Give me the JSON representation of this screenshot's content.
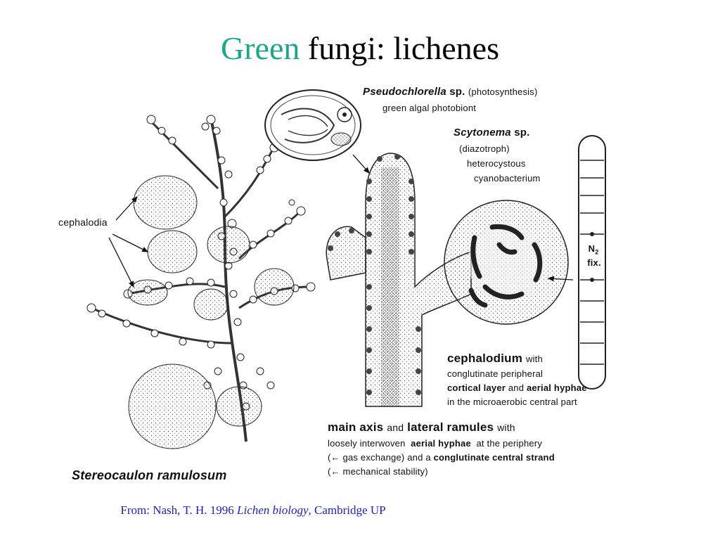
{
  "slide": {
    "title_accent": "Green",
    "title_rest": "fungi: lichenes",
    "accent_color": "#1aa789",
    "caption_color": "#2121b8"
  },
  "figure": {
    "label_cephalodia": "cephalodia",
    "species_name": "Stereocaulon ramulosum",
    "pseudo_name": "Pseudochlorella",
    "pseudo_sp": "sp.",
    "pseudo_role": "(photosynthesis)",
    "pseudo_desc": "green algal photobiont",
    "scyto_name": "Scytonema",
    "scyto_sp": "sp.",
    "scyto_line1": "(diazotroph)",
    "scyto_line2": "heterocystous",
    "scyto_line3": "cyanobacterium",
    "n2_label": "N",
    "n2_sub": "2",
    "fix_label": "fix.",
    "cephalodium_word": "cephalodium",
    "cephalodium_with": "with",
    "ceph_line2": "conglutinate peripheral",
    "ceph_line3_a": "cortical layer",
    "ceph_line3_b": "and",
    "ceph_line3_c": "aerial hyphae",
    "ceph_line4": "in  the  microaerobic  central  part",
    "axis_a": "main axis",
    "axis_b": "and",
    "axis_c": "lateral ramules",
    "axis_d": "with",
    "axis2_a": "loosely interwoven",
    "axis2_b": "aerial hyphae",
    "axis2_c": "at the periphery",
    "axis3_a": "(← gas exchange) and a",
    "axis3_b": "conglutinate central strand",
    "axis4": "(← mechanical stability)"
  },
  "caption": {
    "prefix": "From: Nash, T. H. 1996 ",
    "book": "Lichen biology",
    "suffix": ", Cambridge UP"
  }
}
